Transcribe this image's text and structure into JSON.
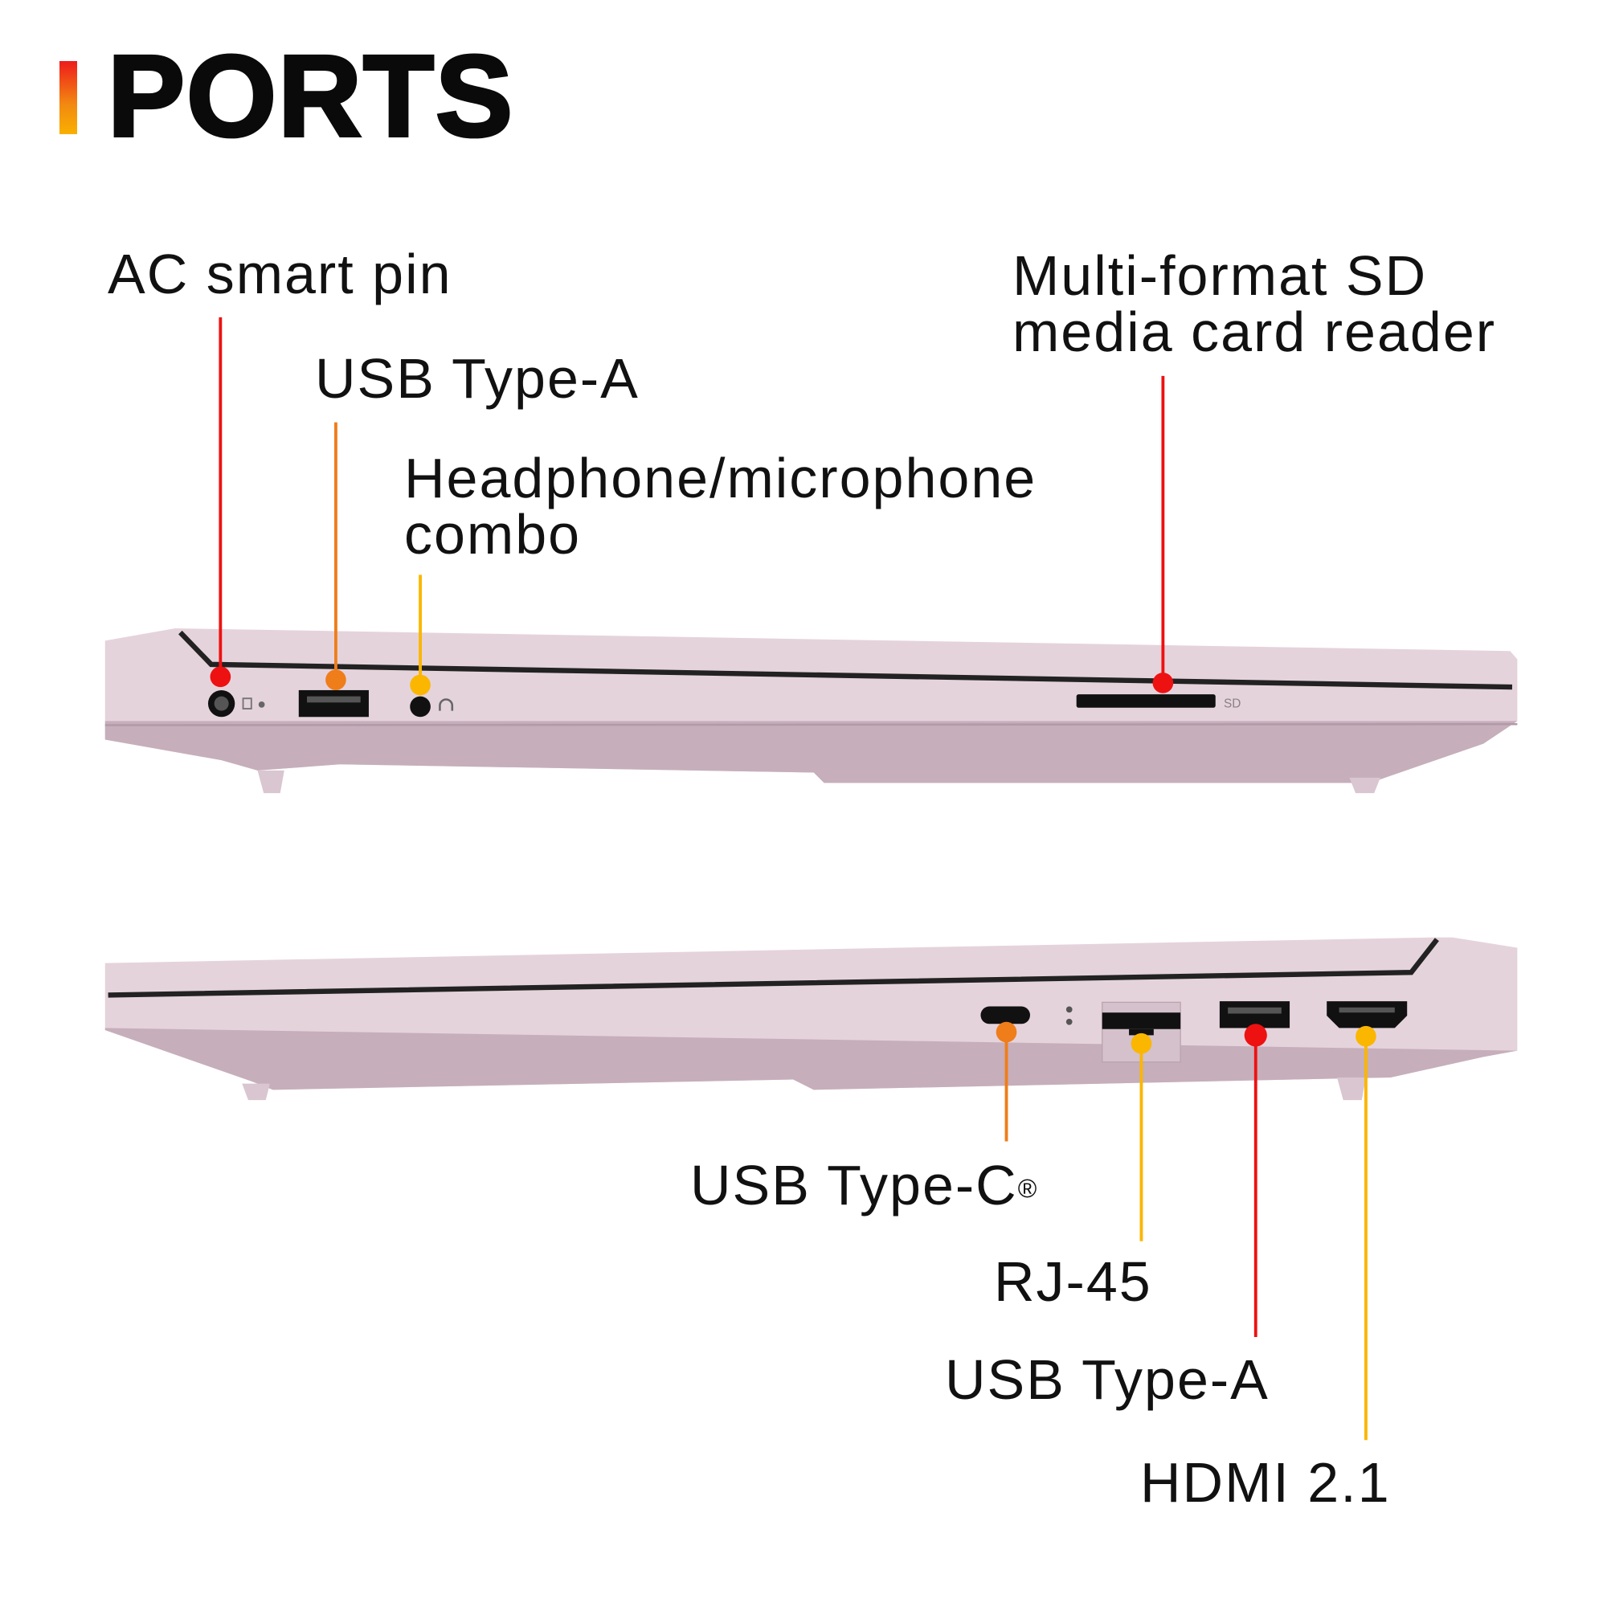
{
  "title": "PORTS",
  "colors": {
    "red": "#ee1111",
    "orange": "#ef7d1a",
    "yellow": "#fbb600",
    "chassis": "#e5d3dc",
    "chassis_shadow": "#c6aebb"
  },
  "left_side": {
    "labels": [
      {
        "text": "AC smart pin",
        "color": "#ee1111"
      },
      {
        "text": "USB Type-A",
        "color": "#ef7d1a"
      },
      {
        "text": "Headphone/microphone",
        "text2": "combo",
        "color": "#fbb600"
      },
      {
        "text": "Multi-format SD",
        "text2": "media card reader",
        "color": "#ee1111"
      }
    ],
    "sd_marking": "SD"
  },
  "right_side": {
    "labels": [
      {
        "text": "USB Type-C",
        "mark": "®",
        "color": "#ef7d1a"
      },
      {
        "text": "RJ-45",
        "color": "#fbb600"
      },
      {
        "text": "USB Type-A",
        "color": "#ee1111"
      },
      {
        "text": "HDMI 2.1",
        "color": "#fbb600"
      }
    ]
  }
}
